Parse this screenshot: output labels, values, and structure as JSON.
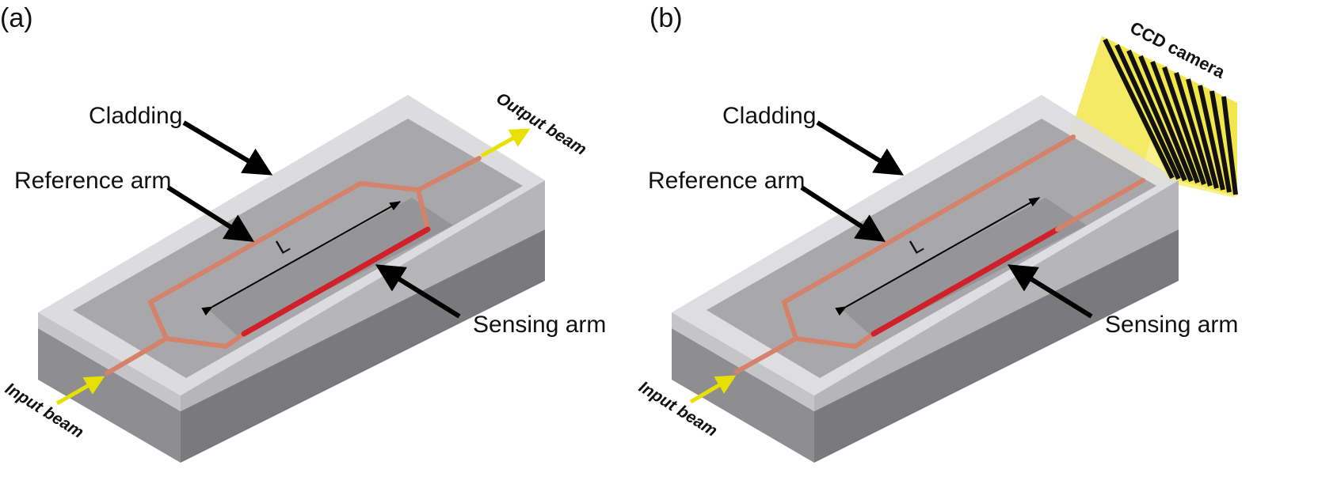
{
  "panel_a": {
    "letter": "(a)",
    "cladding": "Cladding",
    "reference_arm": "Reference arm",
    "sensing_arm": "Sensing arm",
    "input_beam": "Input beam",
    "output_beam": "Output beam",
    "length": "L"
  },
  "panel_b": {
    "letter": "(b)",
    "cladding": "Cladding",
    "reference_arm": "Reference arm",
    "sensing_arm": "Sensing arm",
    "input_beam": "Input beam",
    "ccd_camera": "CCD camera",
    "length": "L"
  },
  "colors": {
    "waveguide": "#d4826a",
    "sensing_arm": "#d0202a",
    "beam_arrow": "#e8e000",
    "camera_light": "#f2e64a",
    "substrate_top": "#a9a9ab",
    "cladding": "#d9d9db"
  }
}
